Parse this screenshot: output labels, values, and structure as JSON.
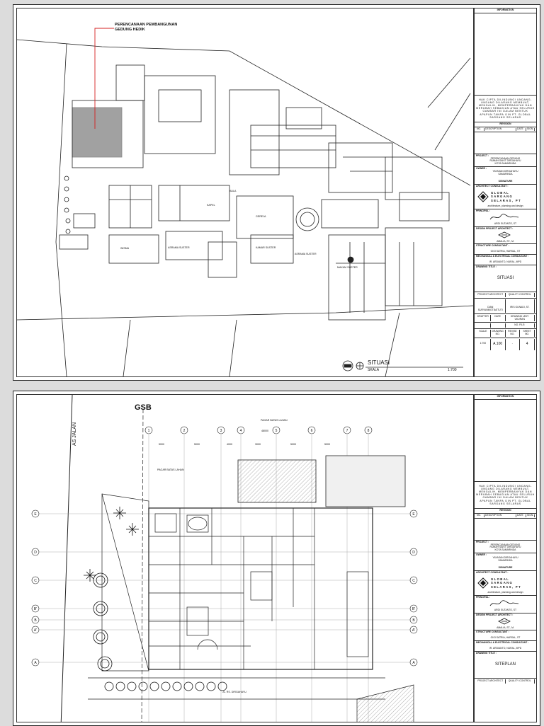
{
  "sheet1": {
    "callout": {
      "line1": "PERENCANAAN PEMBANGUNAN",
      "line2": "GEDUNG HEDIK"
    },
    "labels": {
      "kapel": "KAPEL",
      "aula": "AULA",
      "gereja": "GEREJA",
      "wisma": "WISMA",
      "asrama_suster": "ASRAMA SUSTER",
      "kamar_suster": "KAMAR SUSTER",
      "akhir": "ASRAMA SUSTER",
      "kompleks": "MAKAM SUSTER"
    },
    "plan_title": "SITUASI",
    "plan_scale_label": "SKALA",
    "plan_scale": "1:700",
    "titleblock": {
      "sheet_title": "SITUASI",
      "drawing_no": "A.100",
      "sheet_no": "4",
      "scale": "1:700"
    }
  },
  "sheet2": {
    "gsb": "GSB",
    "as_jalan": "AS JALAN",
    "pagar1": "PAGAR BATAS LAHAN",
    "pagar2": "PAGAR BATAS LAHAN",
    "grid_cols": [
      "1",
      "2",
      "3",
      "4",
      "5",
      "6",
      "7",
      "8"
    ],
    "grid_rows": [
      "E",
      "D",
      "C",
      "B'",
      "B",
      "A'",
      "A"
    ],
    "dims_top": [
      "5000",
      "5000",
      "4000",
      "3000",
      "5000",
      "5000"
    ],
    "total_dim": "48000",
    "road": "JL. RS. DIRGAHAYU",
    "titleblock": {
      "sheet_title": "SITEPLAN"
    }
  },
  "titleblock_common": {
    "information": "INFORMATION",
    "copyright": "HAK CIPTA DILINDUNGI UNDANG-UNDANG DILARANG MEMBUAT, MENGALIH, MEMPERBANYAK DAN MERUBAH SEBAGIAN ATAU SELURUH GAMBAR INI DALAM BENTUK APAPUN TANPA IJIN PT. GLOBAL SARGANG SELARAS",
    "revision": "REVISION",
    "rev_cols": [
      "NO.",
      "DESCRIPTION",
      "DATE",
      "SIGN."
    ],
    "project_label": "PROJECT :",
    "project": [
      "PERENCANAAN GEDUNG",
      "RUMAH SAKIT DIRGAHAYU",
      "KOTA SAMARINDA"
    ],
    "owner_label": "OWNER :",
    "owner": [
      "YAYASAN DIRGAHAYU",
      "SAMARINDA"
    ],
    "signature_label": "SIGNATURE",
    "architect_label": "ARCHITECT CONSULTANT :",
    "firm": [
      "GLOBAL",
      "SARGANG",
      "SELARAS, PT"
    ],
    "firm_sub": "architecture, planning and design",
    "principal_label": "PRINCIPAL :",
    "principal_name": "ARDI SUTANTO, ST",
    "design_label": "DESIGN PROJECT ARCHITECT :",
    "design_name": "AMALIA, ST., M.",
    "structure_label": "STRUCTURE CONSULTANT :",
    "structure_name": "GIGI SATRIA, HARSAL, ST",
    "mep_label": "MECHANICAL & ELECTRICAL CONSULTANT :",
    "mep_name": "IR. ARDIANTO, NURAL, MPD",
    "drawing_title_label": "DRAWING TITLE :",
    "project_architect": "PROJECT ARCHITECT",
    "quality_control": "QUALITY CONTROL",
    "pa_name": "DIAN SURYANINGTIASTUTI",
    "qc_name": "IRIS GUNADI, ST.",
    "drafter": "DRAFTER",
    "date": "DATE",
    "drawing_unit": "DRAWING UNIT: UKURAN",
    "file": "NO. FILE:",
    "scale_h": "SCALE",
    "drawing_no_h": "DRAWING NO.",
    "revise_no": "REVISE NO.",
    "sheet_no_h": "SHEET NO."
  },
  "colors": {
    "line": "#222222",
    "accent": "#d62020"
  }
}
